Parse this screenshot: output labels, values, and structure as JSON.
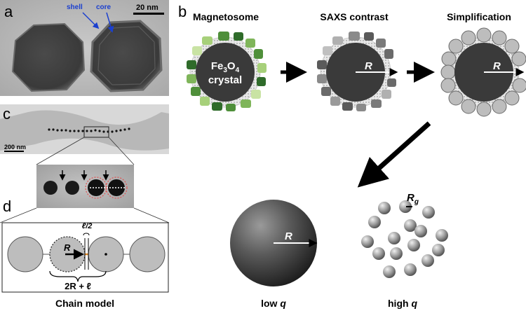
{
  "panel_a": {
    "letter": "a",
    "shell_label": "shell",
    "core_label": "core",
    "scale_label": "20 nm"
  },
  "panel_b": {
    "letter": "b",
    "stage1_title": "Magnetosome",
    "stage2_title": "SAXS contrast",
    "stage3_title": "Simplification",
    "crystal_line1_main": "Fe",
    "crystal_line1_sub1": "3",
    "crystal_line1_mid": "O",
    "crystal_line1_sub2": "4",
    "crystal_line2": "crystal",
    "radius_label": "R",
    "rg_main": "R",
    "rg_sub": "g",
    "low_q_prefix": "low ",
    "low_q_var": "q",
    "high_q_prefix": "high ",
    "high_q_var": "q"
  },
  "panel_c": {
    "letter": "c",
    "scale_label": "200 nm"
  },
  "panel_d": {
    "letter": "d",
    "half_gap_label": "ℓ/2",
    "radius_label": "R",
    "spacing_label": "2R + ℓ",
    "caption": "Chain model"
  },
  "colors": {
    "core_dark": "#3a3a3a",
    "protein_greens": [
      "#2f6b2a",
      "#4f8f3a",
      "#7fb55a",
      "#a7d07a",
      "#c9e3a4"
    ],
    "simplified_sphere": "#bdbdbd",
    "annotation_blue": "#1a3fcf",
    "link_orange": "#e08a2c",
    "dotted_red": "#e05050"
  }
}
